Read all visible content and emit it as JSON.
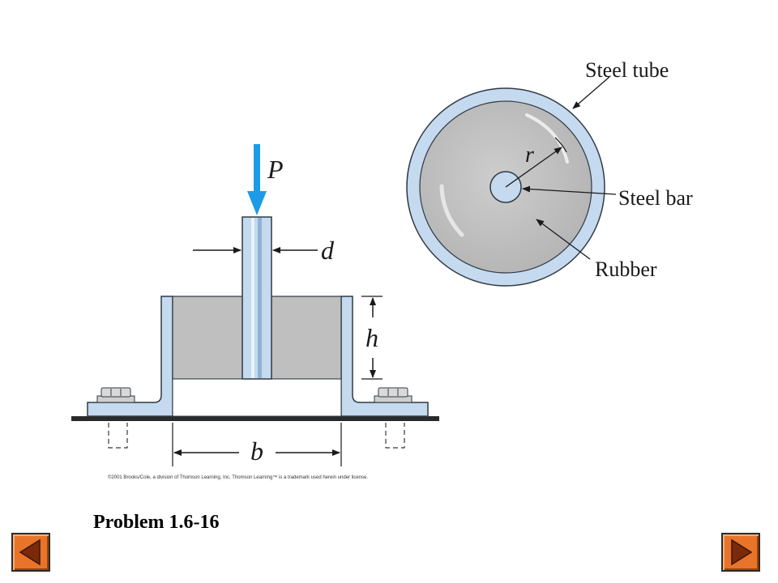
{
  "diagram": {
    "labels": {
      "load": "P",
      "bar_diameter": "d",
      "height": "h",
      "base_width": "b",
      "radius": "r",
      "steel_tube": "Steel tube",
      "steel_bar": "Steel bar",
      "rubber": "Rubber"
    },
    "credit": "©2001 Brooks/Cole, a division of Thomson Learning, Inc.  Thomson Learning™ is a trademark used herein under license.",
    "colors": {
      "steel": "#c5d9ef",
      "steel_outline": "#2f3a44",
      "rubber": "#bfbfbf",
      "bolt": "#cfcfcf",
      "load_arrow": "#1e9be6",
      "ground": "#2a2a2a"
    }
  },
  "title": "Problem 1.6-16",
  "nav": {
    "prev_icon": "triangle-left-icon",
    "next_icon": "triangle-right-icon",
    "button_color": "#e8742a",
    "icon_color": "#7a2a0a"
  }
}
